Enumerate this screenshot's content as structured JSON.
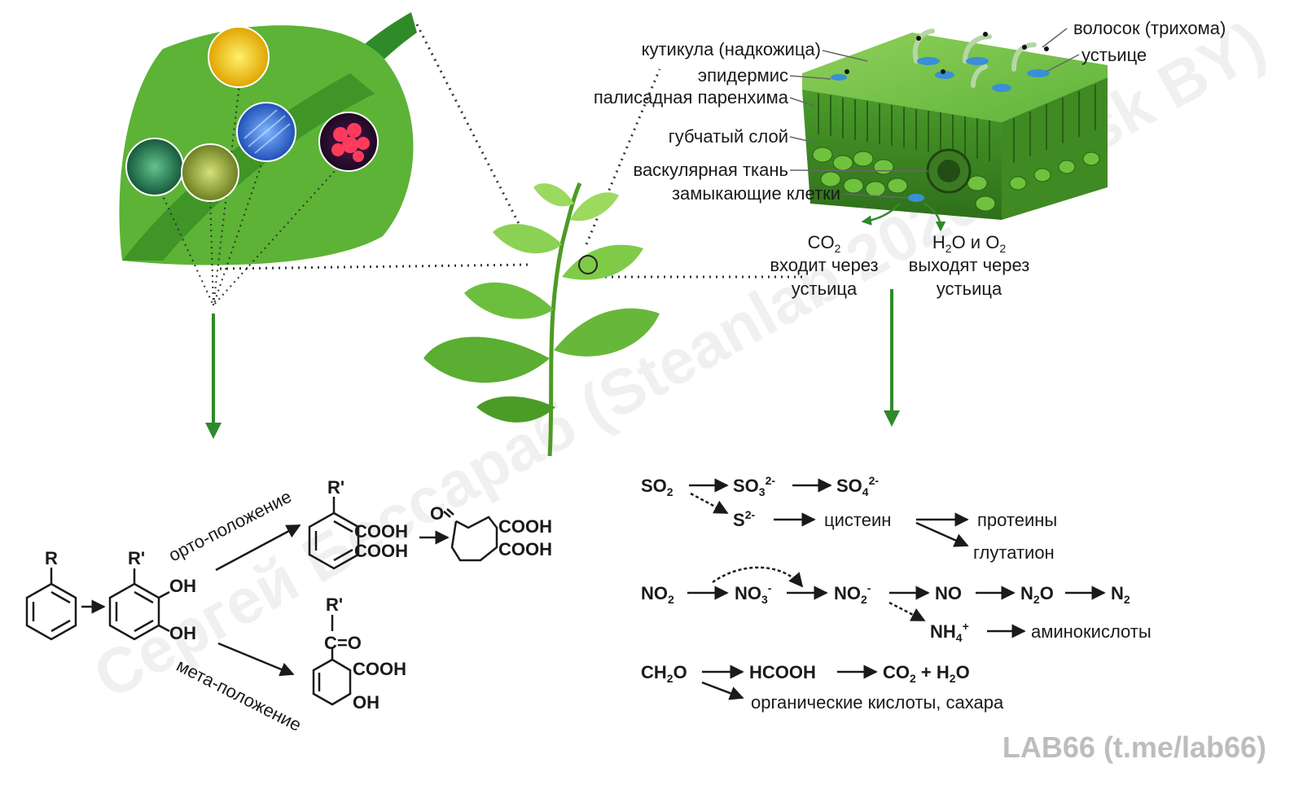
{
  "leaf_labels": {
    "cuticle": "кутикула (надкожица)",
    "epidermis": "эпидермис",
    "palisade": "палисадная паренхима",
    "spongy": "губчатый слой",
    "vascular": "васкулярная ткань",
    "guard": "замыкающие клетки",
    "trichome": "волосок (трихома)",
    "stoma": "устьице"
  },
  "gas": {
    "co2_formula": "CO",
    "co2_sub": "2",
    "co2_line1": "входит через",
    "co2_line2": "устьица",
    "out_h": "H",
    "out_h_sub": "2",
    "out_o_mid": "O и O",
    "out_o_sub": "2",
    "out_line1": "выходят через",
    "out_line2": "устьица"
  },
  "aromatic": {
    "R": "R",
    "R_prime": "R'",
    "OH": "OH",
    "COOH": "COOH",
    "O": "O",
    "C_eq_O": "C=O",
    "ortho": "орто-положение",
    "meta": "мета-положение"
  },
  "sulfur": {
    "SO": "SO",
    "sub2": "2",
    "SO3": "SO",
    "sub3": "3",
    "sup_2minus": "2-",
    "SO4": "SO",
    "sub4": "4",
    "S": "S",
    "cysteine": "цистеин",
    "proteins": "протеины",
    "glutathione": "глутатион"
  },
  "nitrogen": {
    "NO": "NO",
    "sub2": "2",
    "sub3": "3",
    "sup_minus": "-",
    "NO_plain": "NO",
    "N": "N",
    "NH": "NH",
    "sub4": "4",
    "sup_plus": "+",
    "amino": "аминокислоты"
  },
  "formaldehyde": {
    "CH": "CH",
    "sub2": "2",
    "O": "O",
    "HCOOH": "HCOOH",
    "CO": "CO",
    "plus_h": " + H",
    "organic": "органические кислоты, сахара"
  },
  "watermark": "Сергей Бессараб (Steanlab 2020 Minsk BY)",
  "credit": "LAB66 (t.me/lab66)",
  "colors": {
    "leaf_light": "#79c143",
    "leaf_mid": "#4fa731",
    "leaf_dark": "#2f7d1e",
    "arrow_green": "#2f8a2a",
    "text": "#1a1a1a"
  }
}
